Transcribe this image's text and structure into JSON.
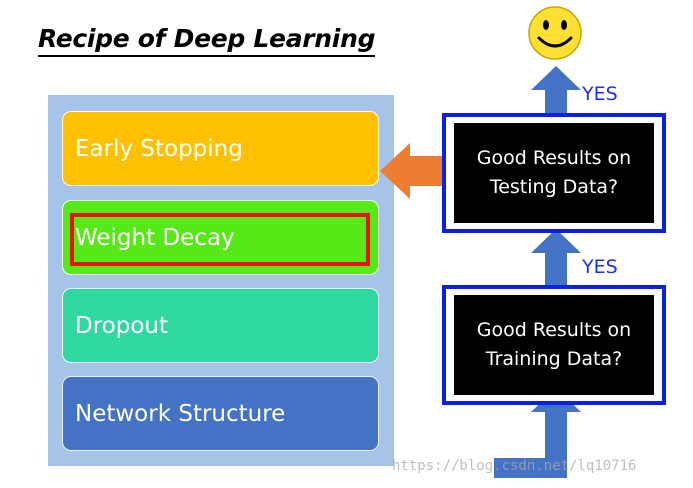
{
  "title": "Recipe of Deep Learning",
  "items": [
    {
      "label": "Early Stopping",
      "color": "#ffc000"
    },
    {
      "label": "Weight Decay",
      "color": "#56e817",
      "highlighted": true,
      "highlight_color": "#e51414"
    },
    {
      "label": "Dropout",
      "color": "#2fd8a0"
    },
    {
      "label": "Network Structure",
      "color": "#4472c4"
    }
  ],
  "decisions": {
    "testing": {
      "line1": "Good Results on",
      "line2": "Testing Data?"
    },
    "training": {
      "line1": "Good Results on",
      "line2": "Training Data?"
    }
  },
  "yes_top": "YES",
  "yes_middle": "YES",
  "watermark": "https://blog.csdn.net/lq10716",
  "colors": {
    "panel": "#a6c4e8",
    "frame": "#0b1fe6",
    "up_arrow": "#4472c4",
    "left_arrow": "#ed7d31",
    "smiley": "#ffe033"
  },
  "icons": [
    "smiley-icon",
    "up-arrow-icon",
    "left-arrow-icon",
    "curved-arrow-icon"
  ]
}
